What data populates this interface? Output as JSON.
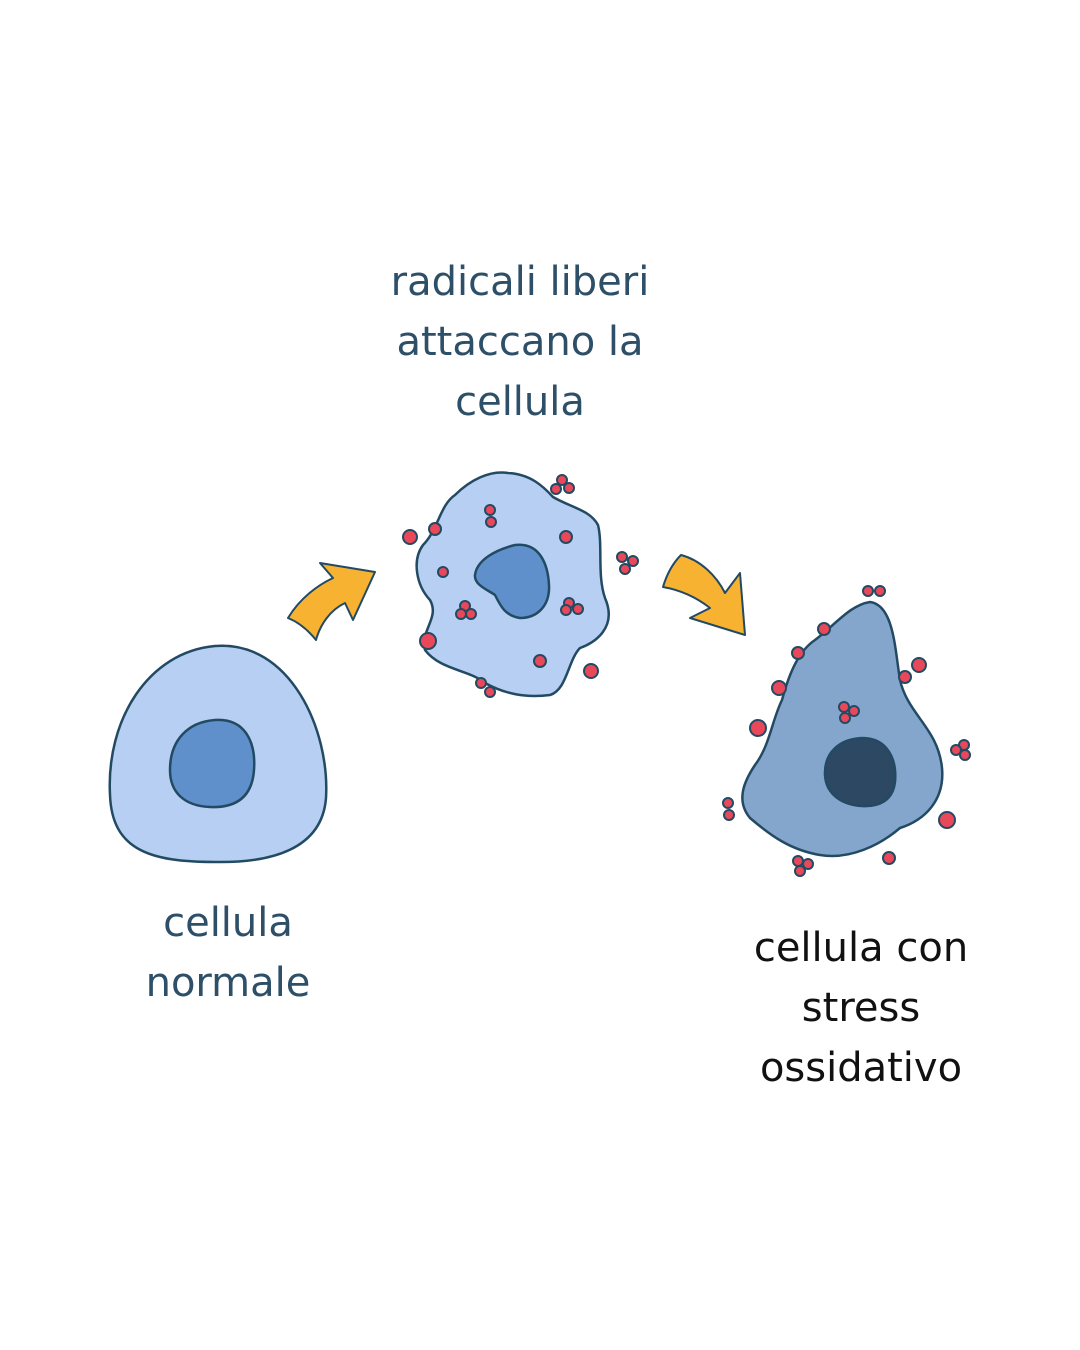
{
  "labels": {
    "normal": [
      "cellula",
      "normale"
    ],
    "attack": [
      "radicali liberi",
      "attaccano la",
      "cellula"
    ],
    "stress": [
      "cellula con",
      "stress",
      "ossidativo"
    ]
  },
  "colors": {
    "outline": "#234a63",
    "text_blue": "#2e4f68",
    "text_black": "#111111",
    "cell_light": "#b6cff2",
    "nucleus_mid": "#5f90cc",
    "cell_stressed": "#85a6cc",
    "nucleus_dark": "#2c4863",
    "free_radical": "#e9485a",
    "arrow": "#f8b232"
  },
  "icons": {
    "cell": "cell-icon",
    "nucleus": "nucleus-icon",
    "radical": "free-radical-icon",
    "arrow": "curved-arrow-icon"
  }
}
